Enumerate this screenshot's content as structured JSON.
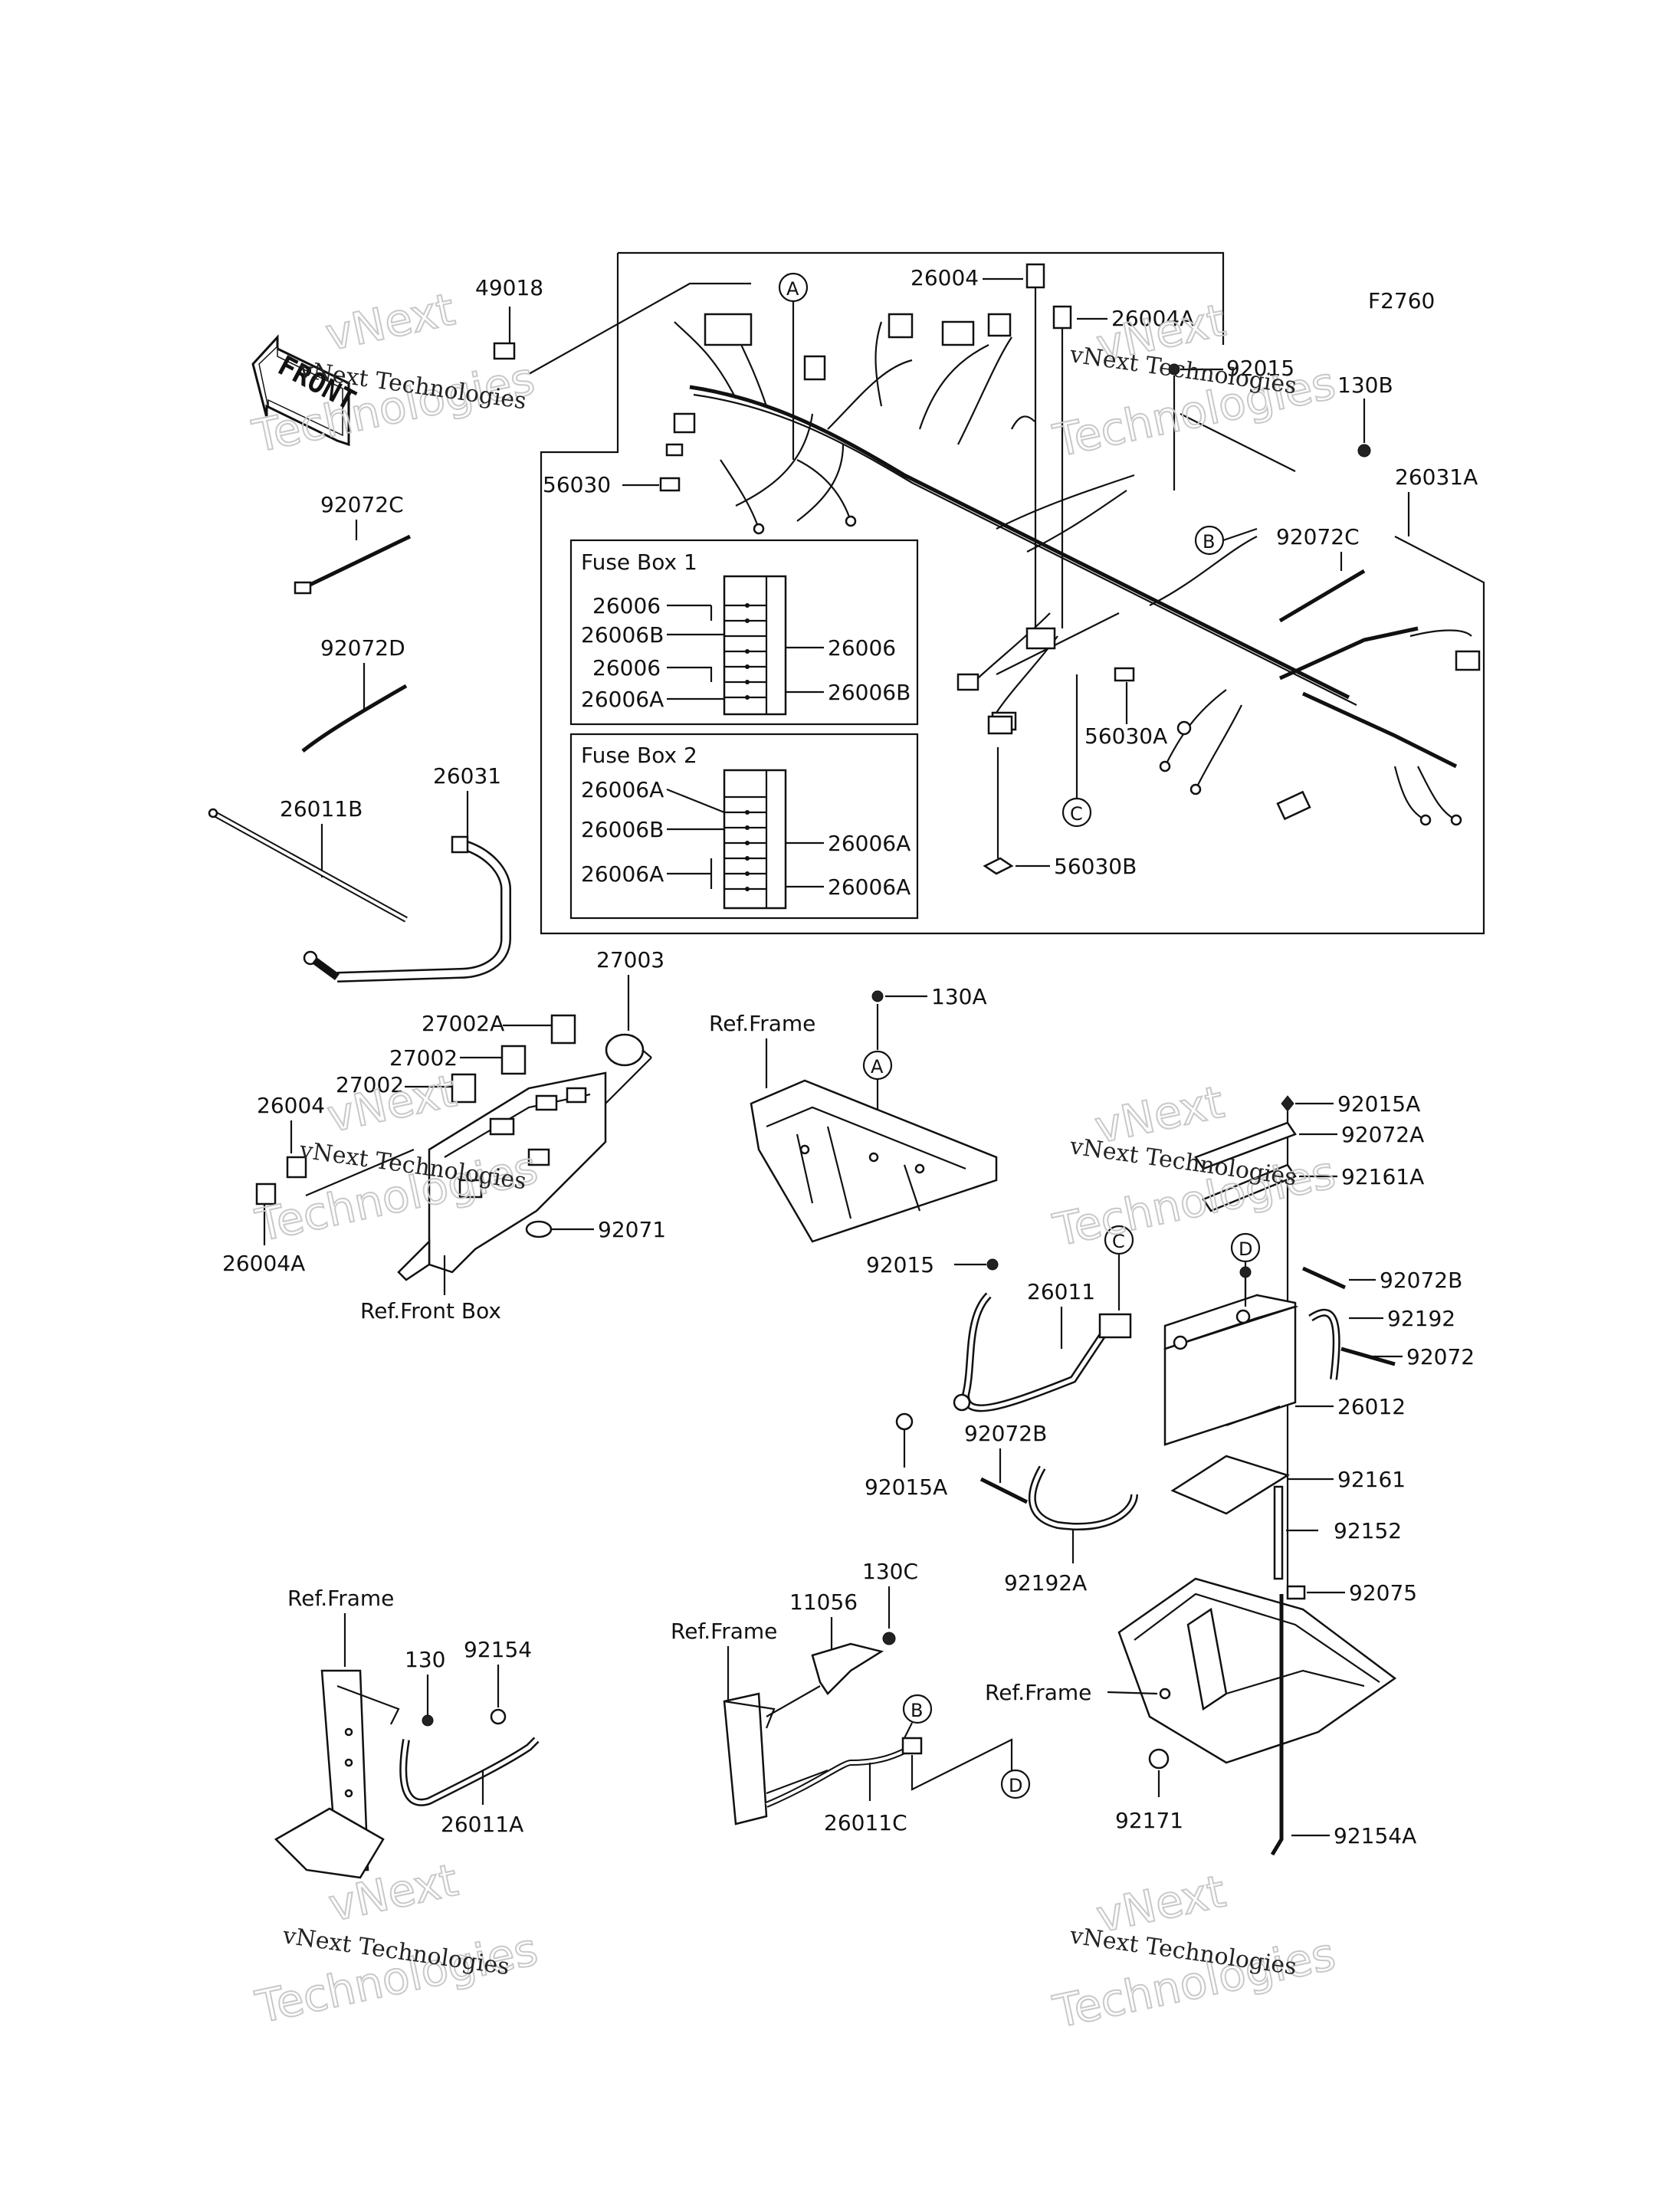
{
  "figure_code": "F2760",
  "watermark": {
    "line1": "vNext Technologies",
    "line2": "Technologies",
    "top_word": "vNext"
  },
  "front_sign": "FRONT",
  "fuse_box_1": {
    "title": "Fuse Box 1",
    "left_labels": [
      "26006",
      "26006B",
      "26006",
      "26006A"
    ],
    "right_labels": [
      "26006",
      "26006B"
    ]
  },
  "fuse_box_2": {
    "title": "Fuse Box 2",
    "left_labels": [
      "26006A",
      "26006B",
      "26006A"
    ],
    "right_labels": [
      "26006A",
      "26006A"
    ]
  },
  "ref_labels": {
    "front_box": "Ref.Front Box",
    "frame_center": "Ref.Frame",
    "frame_left": "Ref.Frame",
    "frame_mid": "Ref.Frame",
    "frame_right": "Ref.Frame"
  },
  "callouts": {
    "A1": "A",
    "A2": "A",
    "B1": "B",
    "B2": "B",
    "C1": "C",
    "C2": "C",
    "D1": "D",
    "D2": "D"
  },
  "part_labels": {
    "p49018": "49018",
    "p26004_top": "26004",
    "p26004A_top": "26004A",
    "p92015_top": "92015",
    "p130B": "130B",
    "p26031A": "26031A",
    "p56030": "56030",
    "p92072C_left": "92072C",
    "p92072C_right": "92072C",
    "p92072D": "92072D",
    "p56030A": "56030A",
    "p56030B": "56030B",
    "p26031": "26031",
    "p26011B": "26011B",
    "p27003": "27003",
    "p27002A": "27002A",
    "p27002_a": "27002",
    "p27002_b": "27002",
    "p26004_mid": "26004",
    "p26004A_mid": "26004A",
    "p92071": "92071",
    "p130A": "130A",
    "p92015A_top": "92015A",
    "p92072A": "92072A",
    "p92161A": "92161A",
    "p92015_mid": "92015",
    "p26011": "26011",
    "p92072B_right": "92072B",
    "p92192": "92192",
    "p92072": "92072",
    "p26012": "26012",
    "p92015A_bot": "92015A",
    "p92072B_left": "92072B",
    "p92161": "92161",
    "p92192A": "92192A",
    "p92152": "92152",
    "p92075": "92075",
    "p130": "130",
    "p92154": "92154",
    "p26011A": "26011A",
    "p11056": "11056",
    "p130C": "130C",
    "p26011C": "26011C",
    "p92171": "92171",
    "p92154A": "92154A"
  }
}
